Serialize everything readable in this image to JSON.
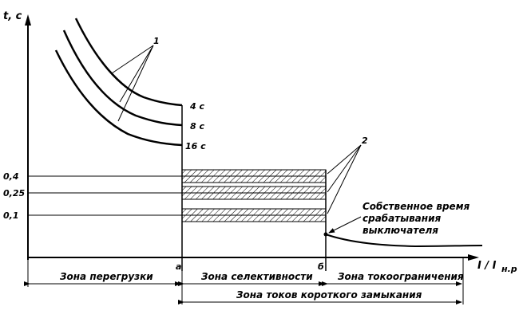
{
  "axes": {
    "y_label": "t, с",
    "x_label": "I / I",
    "x_label_sub": "н.р"
  },
  "y_ticks": [
    "0,4",
    "0,25",
    "0,1"
  ],
  "x_ticks": [
    "а",
    "б"
  ],
  "curve_labels": [
    "4 с",
    "8 с",
    "16 с"
  ],
  "markers": [
    "1",
    "2"
  ],
  "note_lines": [
    "Собственное время",
    "срабатывания",
    "выключателя"
  ],
  "zones": {
    "overload": "Зона перегрузки",
    "selectivity": "Зона селективности",
    "limiting": "Зона токоограничения",
    "short_circuit": "Зона токов короткого замыкания"
  }
}
